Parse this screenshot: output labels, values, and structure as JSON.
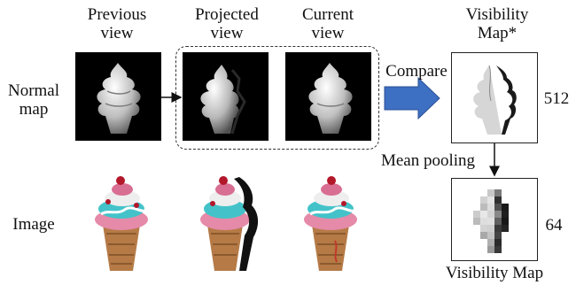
{
  "headers": {
    "previous_view": "Previous\nview",
    "projected_view": "Projected\nview",
    "current_view": "Current\nview",
    "visibility_map_star": "Visibility\nMap*"
  },
  "row_labels": {
    "normal_map": "Normal\nmap",
    "image": "Image"
  },
  "annotations": {
    "compare": "Compare",
    "mean_pooling": "Mean pooling",
    "res_512": "512",
    "res_64": "64",
    "visibility_map": "Visibility Map"
  },
  "colors": {
    "compare_arrow": "#3d6fc2",
    "normal_bg": "#000000",
    "cone_brown": "#b57a46",
    "swirl_pink": "#e58aa8",
    "swirl_teal": "#43c3c9",
    "cherry_red": "#b3172a"
  },
  "icons": {
    "compare_arrow": "block-right-arrow-icon",
    "flow_arrow": "thin-arrow-icon"
  }
}
